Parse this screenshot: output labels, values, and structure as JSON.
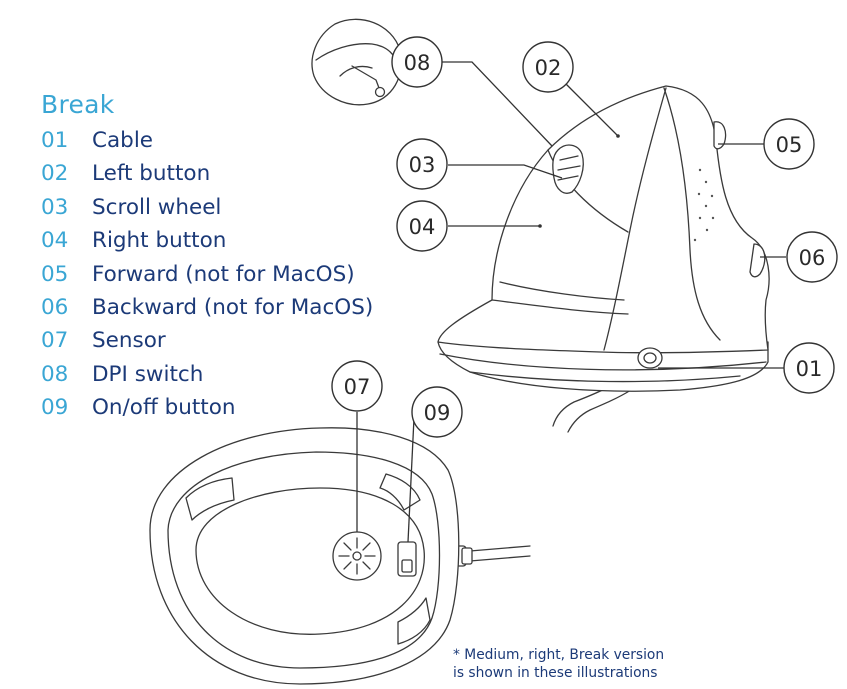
{
  "title": "Break",
  "legend": [
    {
      "num": "01",
      "label": "Cable"
    },
    {
      "num": "02",
      "label": "Left button"
    },
    {
      "num": "03",
      "label": "Scroll wheel"
    },
    {
      "num": "04",
      "label": "Right button"
    },
    {
      "num": "05",
      "label": "Forward (not for MacOS)"
    },
    {
      "num": "06",
      "label": "Backward (not for MacOS)"
    },
    {
      "num": "07",
      "label": "Sensor"
    },
    {
      "num": "08",
      "label": "DPI switch"
    },
    {
      "num": "09",
      "label": "On/off button"
    }
  ],
  "callouts": {
    "c01": "01",
    "c02": "02",
    "c03": "03",
    "c04": "04",
    "c05": "05",
    "c06": "06",
    "c07": "07",
    "c08": "08",
    "c09": "09"
  },
  "note": {
    "line1": "* Medium, right, Break version",
    "line2": "is shown in these illustrations"
  },
  "colors": {
    "accent": "#3aa6d4",
    "label": "#1c3a78",
    "line": "#333333"
  }
}
